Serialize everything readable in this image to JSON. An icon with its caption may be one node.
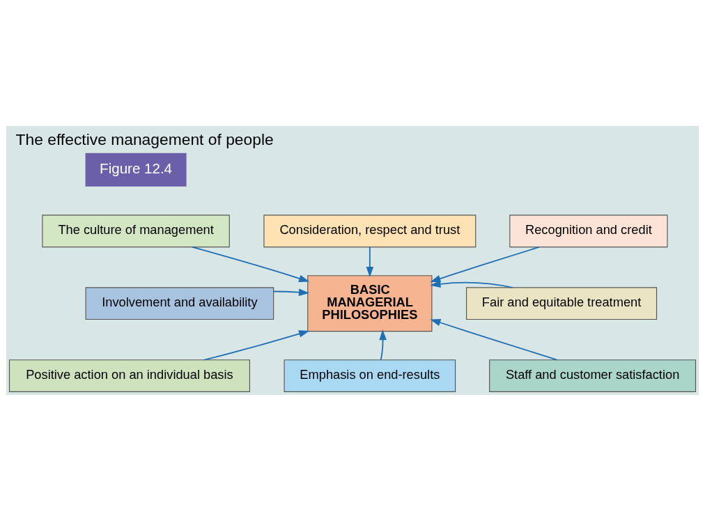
{
  "diagram": {
    "title": "The effective management of people",
    "nodes": [
      {
        "text": [
          "The culture of management"
        ]
      },
      {
        "text": [
          "Consideration, respect and trust"
        ]
      },
      {
        "text": [
          "Recognition and credit"
        ]
      },
      {
        "text": [
          "Involvement and availability"
        ]
      },
      {
        "text": [
          "BASIC MANAGERIAL PHILOSOPHIES"
        ]
      },
      {
        "text": [
          "Fair and equitable treatment"
        ]
      },
      {
        "text": [
          "Positive action on an individual basis"
        ]
      },
      {
        "text": [
          "Emphasis on end-results"
        ]
      },
      {
        "text": [
          "Staff and customer satisfaction"
        ]
      }
    ],
    "edges": [
      {
        "from": 0,
        "to": 4,
        "arrow": "to"
      },
      {
        "from": 1,
        "to": 4,
        "arrow": "to"
      },
      {
        "from": 2,
        "to": 4,
        "arrow": "to"
      },
      {
        "from": 3,
        "to": 4,
        "arrow": "to"
      },
      {
        "from": 5,
        "to": 4,
        "arrow": "to"
      },
      {
        "from": 6,
        "to": 4,
        "arrow": "to"
      },
      {
        "from": 7,
        "to": 4,
        "arrow": "to"
      },
      {
        "from": 8,
        "to": 4,
        "arrow": "to"
      }
    ],
    "labels": [
      "Figure 12.4"
    ]
  }
}
